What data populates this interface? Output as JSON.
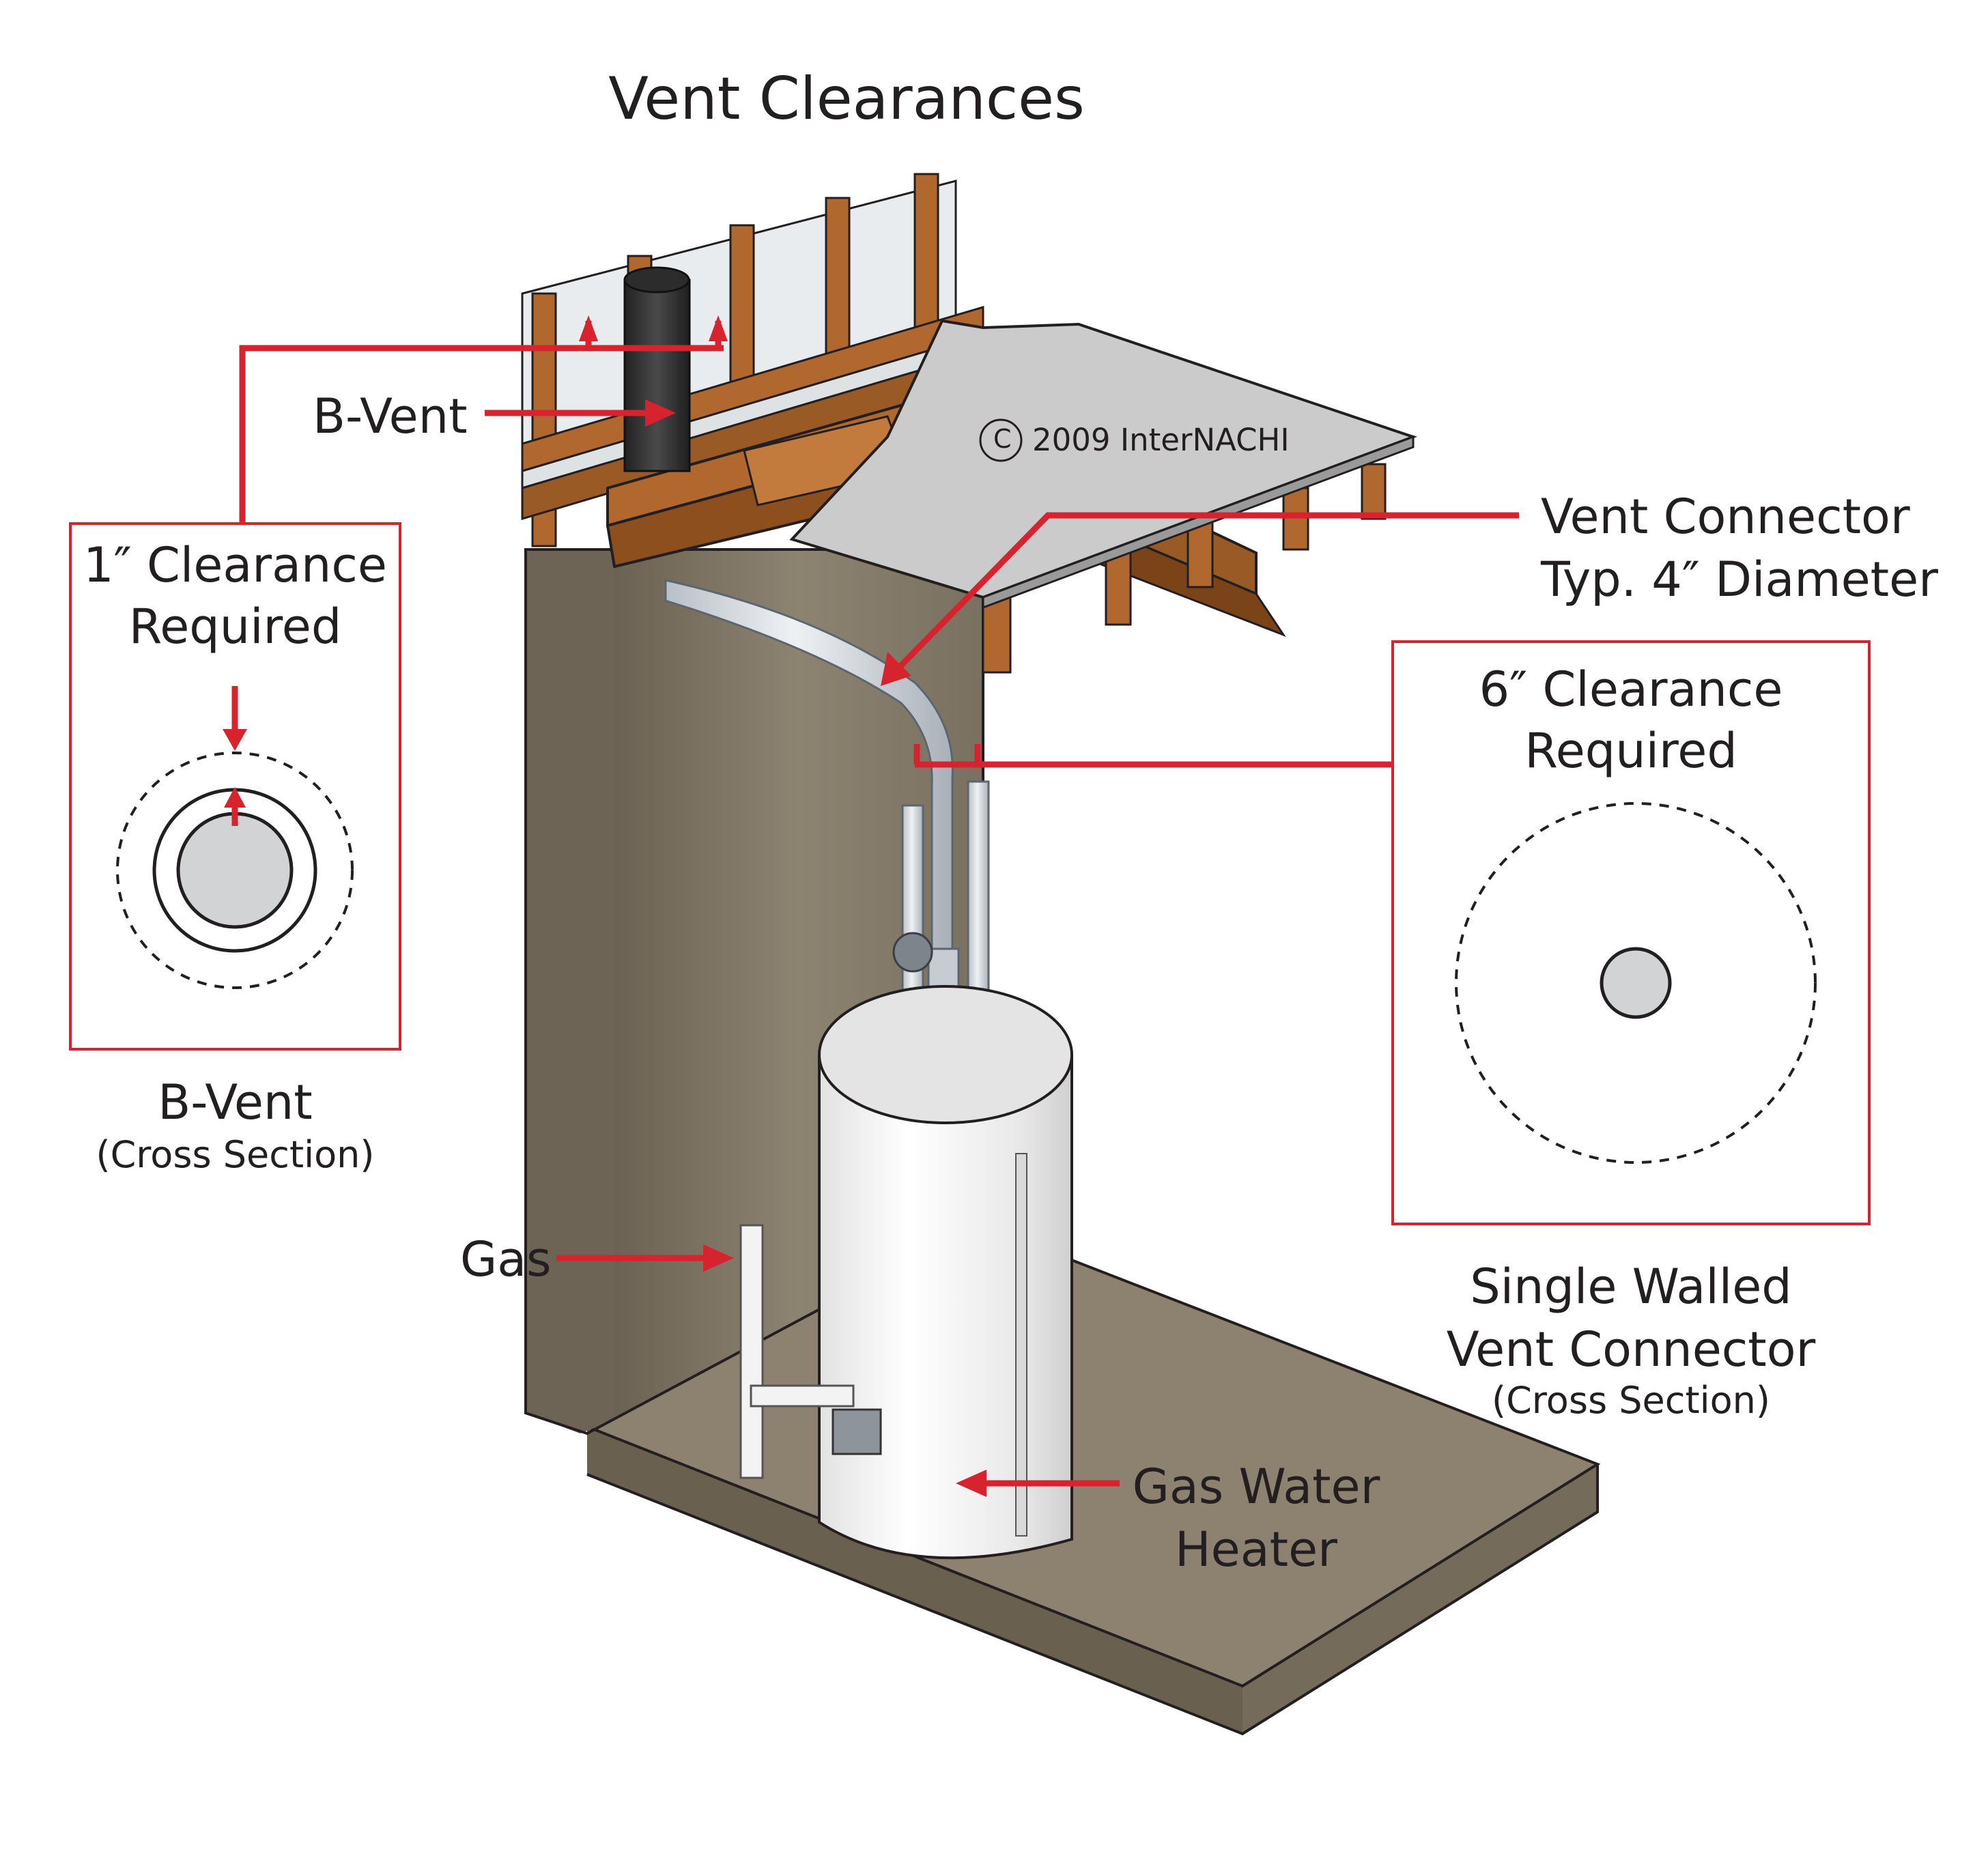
{
  "title": "Vent Clearances",
  "copyright": {
    "symbol": "C",
    "text": "2009  InterNACHI"
  },
  "labels": {
    "b_vent": "B-Vent",
    "vent_connector_line1": "Vent Connector",
    "vent_connector_line2": "Typ. 4″ Diameter",
    "gas": "Gas",
    "gas_water_heater_line1": "Gas Water",
    "gas_water_heater_line2": "Heater"
  },
  "b_vent_detail": {
    "box_line1": "1″ Clearance",
    "box_line2": "Required",
    "caption": "B-Vent",
    "caption_sub": "(Cross Section)"
  },
  "connector_detail": {
    "box_line1": "6″ Clearance",
    "box_line2": "Required",
    "caption_line1": "Single Walled",
    "caption_line2": "Vent Connector",
    "caption_sub": "(Cross Section)"
  },
  "colors": {
    "callout_red": "#d7232e",
    "concrete": "#8a7f6e",
    "concrete_dark": "#5e5446",
    "lumber": "#b0682e",
    "lumber_dark": "#7a4318",
    "subfloor": "#c8c8c8",
    "heater": "#f2f2f2",
    "pipe": "#d5d9de",
    "b_vent_pipe": "#3a3a3a",
    "circle_fill": "#d1d3d4"
  }
}
